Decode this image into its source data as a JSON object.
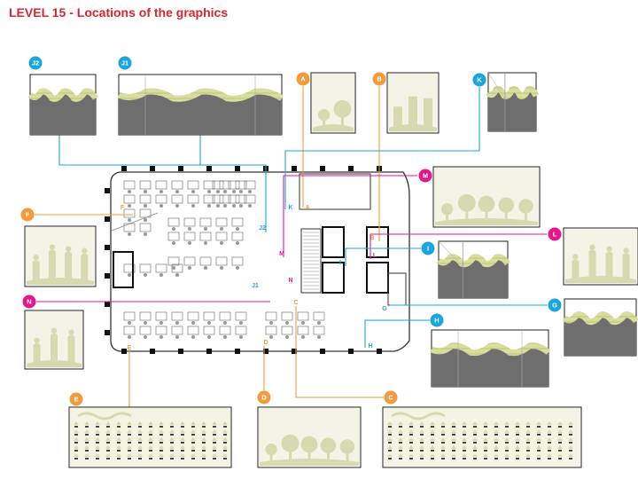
{
  "title": "LEVEL 15 - Locations of the graphics",
  "colors": {
    "title": "#d9262e",
    "orange": "#f39a3a",
    "blue": "#1aa6dd",
    "magenta": "#e6168c",
    "graphic_fill": "#e9ebd0",
    "graphic_silhouette": "#d7dab0",
    "wave_grey": "#6e6e6e",
    "wave_band": "#d8de9e",
    "plan_line": "#333333"
  },
  "markers": [
    {
      "id": "J2",
      "color": "blue",
      "graphic": "wave-wall",
      "plan_label": "J2"
    },
    {
      "id": "J1",
      "color": "blue",
      "graphic": "wave-wall",
      "plan_label": "J1"
    },
    {
      "id": "A",
      "color": "orange",
      "graphic": "tree-silhouette",
      "plan_label": "A"
    },
    {
      "id": "B",
      "color": "orange",
      "graphic": "city-silhouette",
      "plan_label": "B"
    },
    {
      "id": "K",
      "color": "blue",
      "graphic": "wave-corner",
      "plan_label": "K"
    },
    {
      "id": "M",
      "color": "magenta",
      "graphic": "nature-silhouette",
      "plan_label": "M"
    },
    {
      "id": "F",
      "color": "orange",
      "graphic": "family-silhouette",
      "plan_label": "F"
    },
    {
      "id": "L",
      "color": "magenta",
      "graphic": "people-silhouette",
      "plan_label": "L"
    },
    {
      "id": "I",
      "color": "blue",
      "graphic": "wave-corner",
      "plan_label": "I"
    },
    {
      "id": "N",
      "color": "magenta",
      "graphic": "child-silhouette",
      "plan_label": "N"
    },
    {
      "id": "G",
      "color": "blue",
      "graphic": "wave-wall",
      "plan_label": "G"
    },
    {
      "id": "H",
      "color": "blue",
      "graphic": "wave-wall",
      "plan_label": "H"
    },
    {
      "id": "E",
      "color": "orange",
      "graphic": "pattern-frieze",
      "plan_label": "E"
    },
    {
      "id": "D",
      "color": "orange",
      "graphic": "garden-silhouette",
      "plan_label": "D"
    },
    {
      "id": "C",
      "color": "orange",
      "graphic": "pattern-frieze",
      "plan_label": "C"
    }
  ]
}
